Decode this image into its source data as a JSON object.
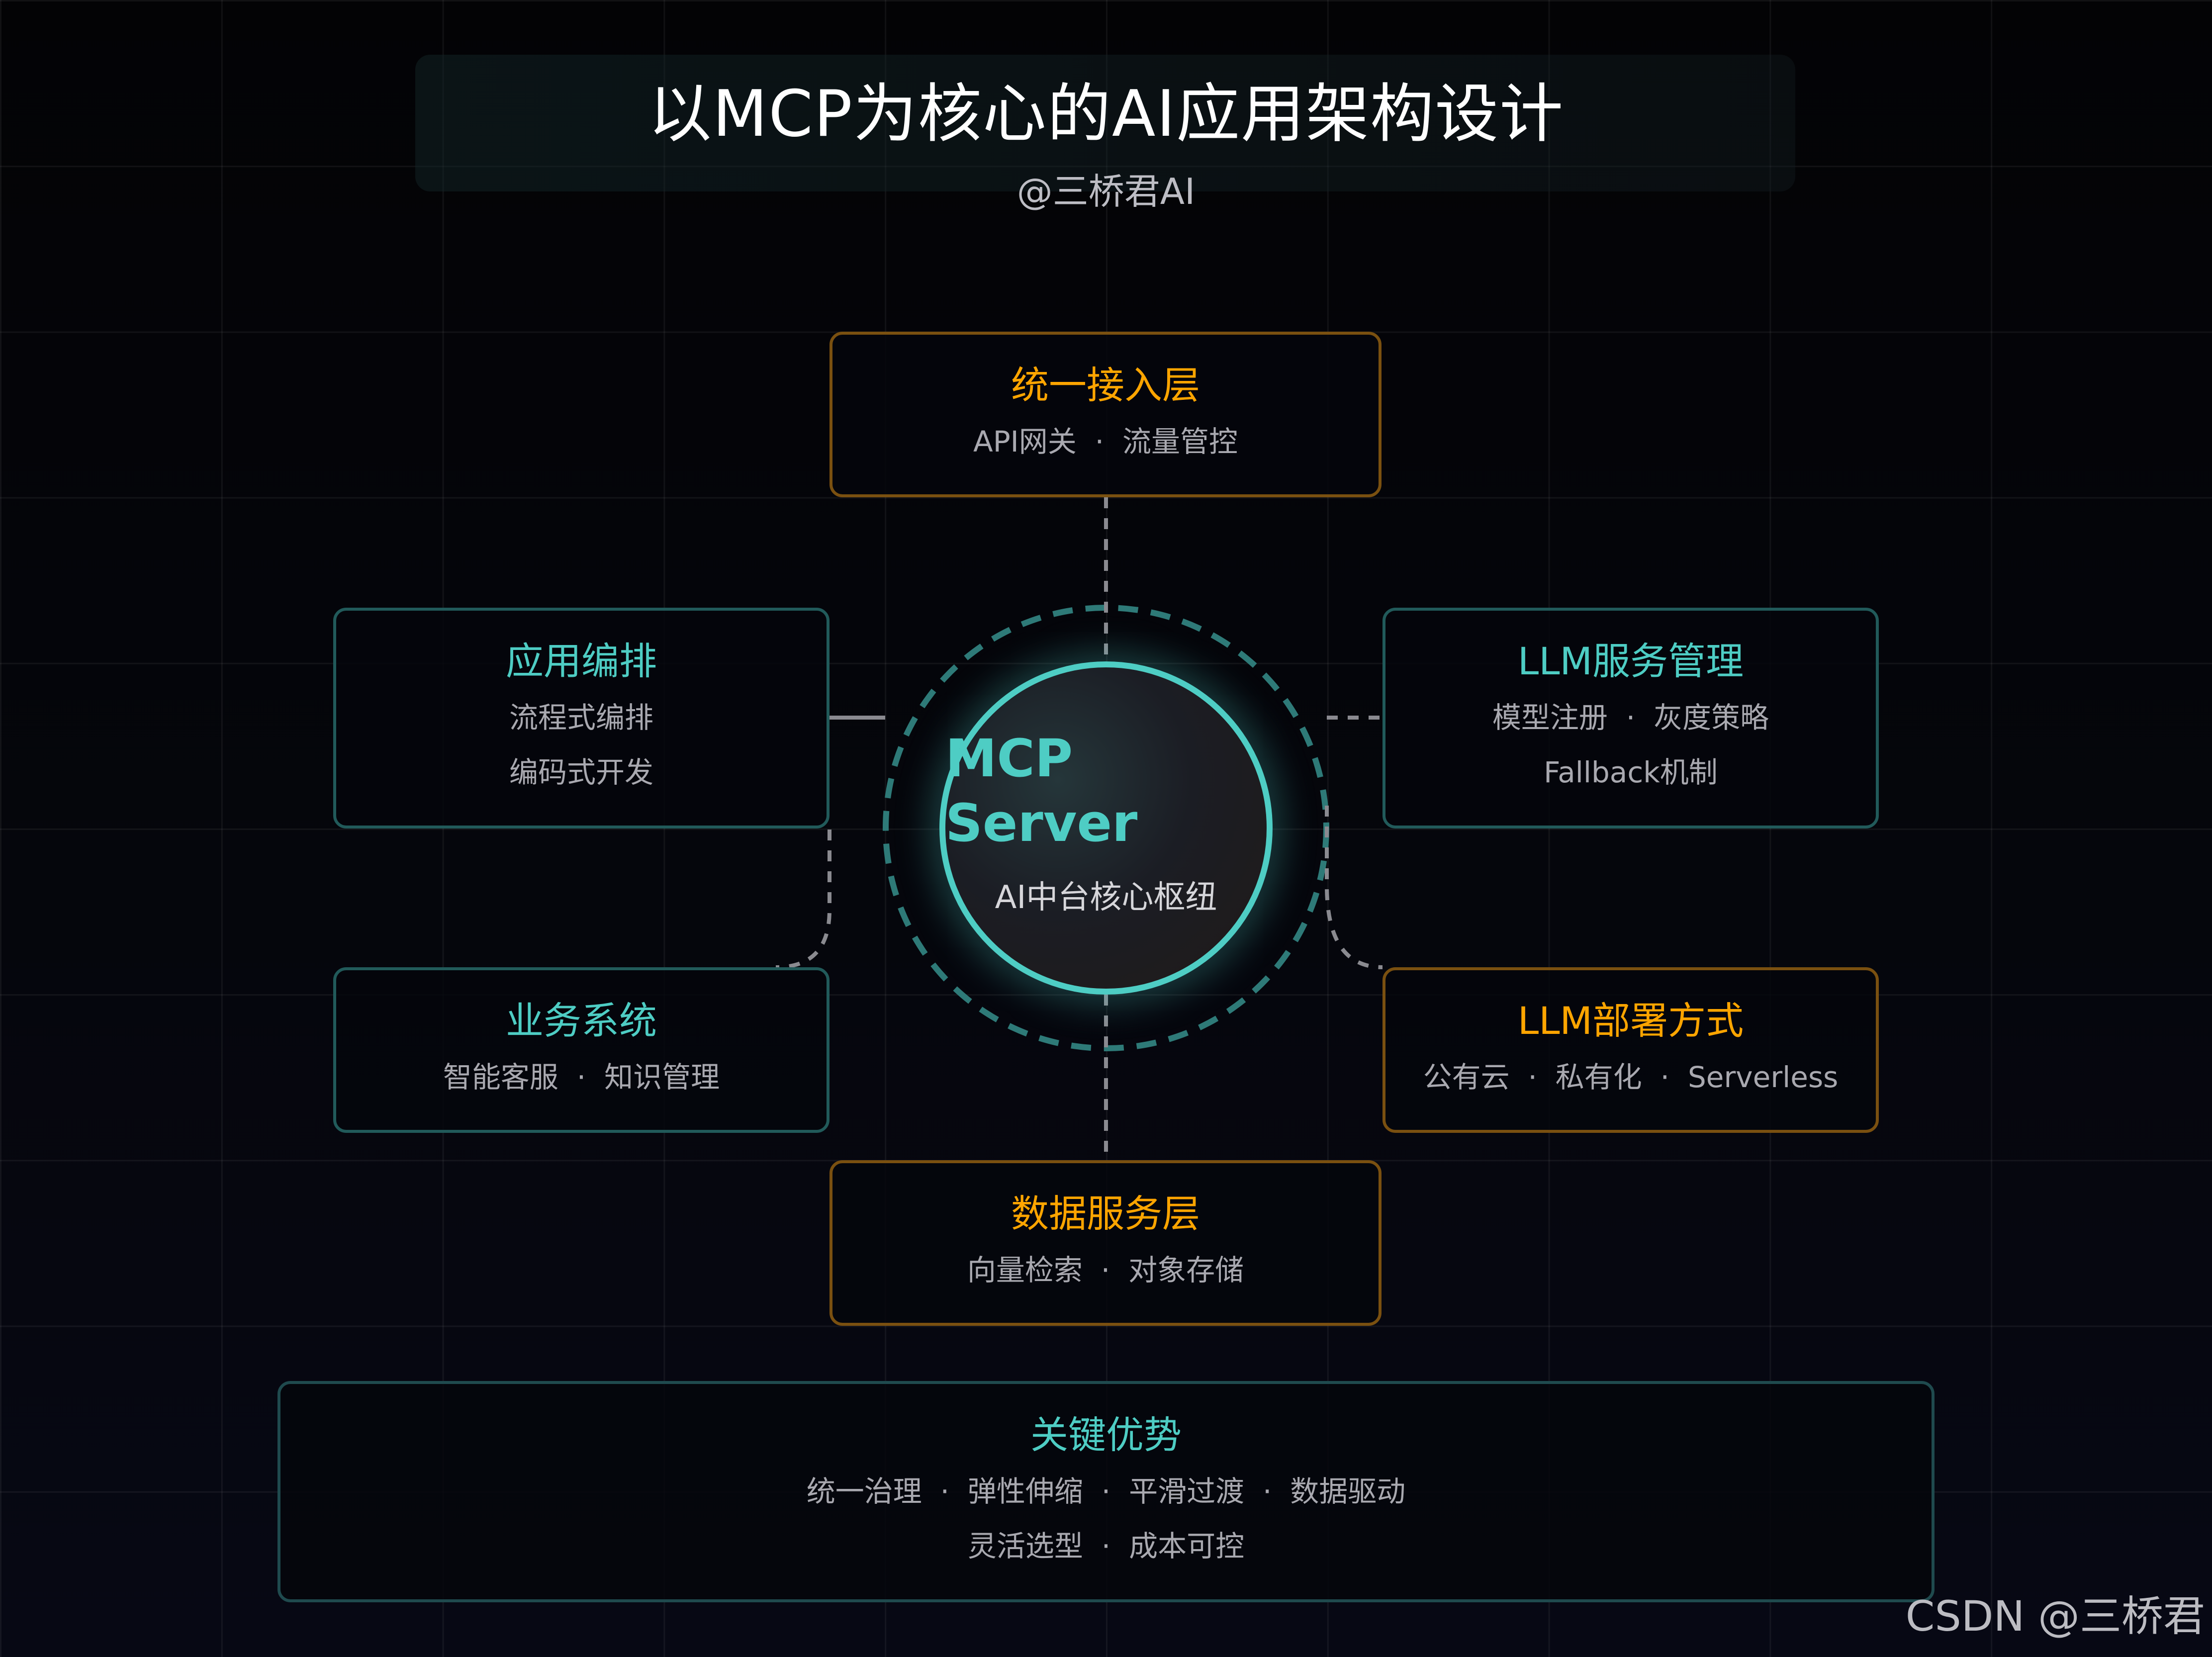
{
  "header": {
    "title": "以MCP为核心的AI应用架构设计",
    "subtitle": "@三桥君AI"
  },
  "center": {
    "title": "MCP Server",
    "subtitle": "AI中台核心枢纽"
  },
  "nodes": {
    "top": {
      "title": "统一接入层",
      "lines": [
        "API网关  ·  流量管控"
      ]
    },
    "left_top": {
      "title": "应用编排",
      "lines": [
        "流程式编排",
        "编码式开发"
      ]
    },
    "right_top": {
      "title": "LLM服务管理",
      "lines": [
        "模型注册  ·  灰度策略",
        "Fallback机制"
      ]
    },
    "left_bottom": {
      "title": "业务系统",
      "lines": [
        "智能客服  ·  知识管理"
      ]
    },
    "right_bottom": {
      "title": "LLM部署方式",
      "lines": [
        "公有云  ·  私有化  ·  Serverless"
      ]
    },
    "bottom": {
      "title": "数据服务层",
      "lines": [
        "向量检索  ·  对象存储"
      ]
    }
  },
  "advantages": {
    "title": "关键优势",
    "lines": [
      "统一治理  ·  弹性伸缩  ·  平滑过渡  ·  数据驱动",
      "灵活选型  ·  成本可控"
    ]
  },
  "watermark": "CSDN @三桥君",
  "colors": {
    "teal": "#4ecdc4",
    "orange": "#ffa500",
    "teal_border": "#215a5a",
    "orange_border": "#7a5010",
    "connector": "#8a8a90",
    "background": "#05060c"
  }
}
